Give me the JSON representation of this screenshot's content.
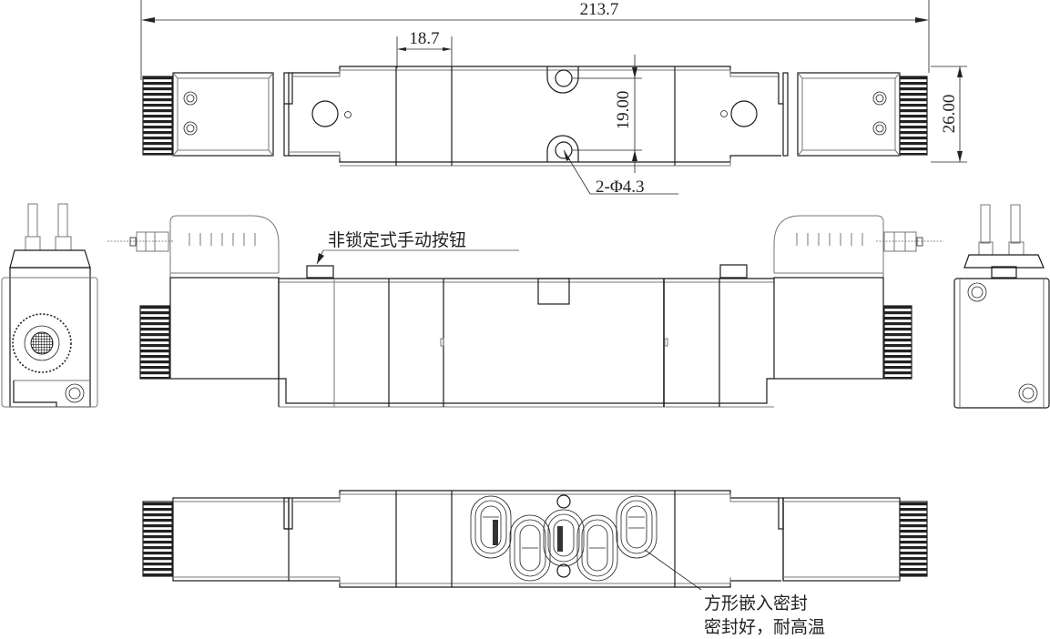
{
  "drawing": {
    "title": "Solenoid valve dimension drawing",
    "views": [
      "top-view",
      "front-view",
      "left-end-view",
      "right-end-view",
      "bottom-view"
    ]
  },
  "dimensions": {
    "overall_length": "213.7",
    "segment_width": "18.7",
    "hole_spacing": "19.00",
    "body_width": "26.00",
    "mounting_holes": "2-Φ4.3"
  },
  "annotations": {
    "manual_button": "非锁定式手动按钮",
    "seal_line1": "方形嵌入密封",
    "seal_line2": "密封好，耐高温"
  },
  "colors": {
    "line": "#1a1a1a",
    "background": "#ffffff"
  }
}
